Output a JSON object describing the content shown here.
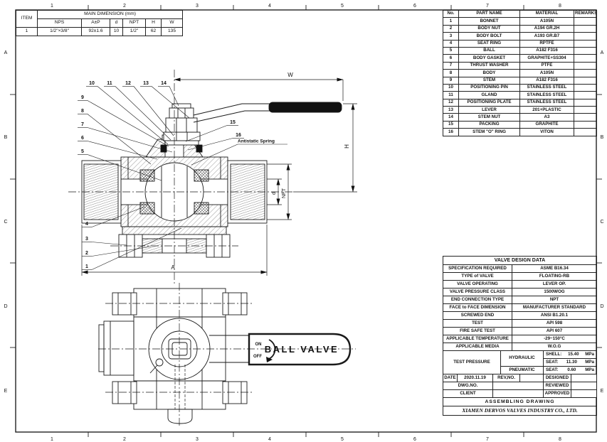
{
  "sheet": {
    "grid_columns": [
      "1",
      "2",
      "3",
      "4",
      "5",
      "6",
      "7",
      "8"
    ],
    "grid_rows": [
      "A",
      "B",
      "C",
      "D",
      "E"
    ]
  },
  "main_dimension_table": {
    "item_label": "ITEM",
    "title": "MAIN DIMENSION (mm)",
    "headers": {
      "nps": "NPS",
      "ap": "A±P",
      "d": "d",
      "npt": "NPT",
      "h": "H",
      "w": "W"
    },
    "row": {
      "item": "1",
      "nps": "1/2\"×3/8\"",
      "ap": "92±1.6",
      "d": "10",
      "npt": "1/2\"",
      "h": "62",
      "w": "135"
    }
  },
  "parts_table": {
    "headers": {
      "no": "No.",
      "name": "PART NAME",
      "material": "MATERIAL",
      "remarks": "REMARKS"
    },
    "rows": [
      {
        "no": "1",
        "name": "BONNET",
        "material": "A105N",
        "remarks": ""
      },
      {
        "no": "2",
        "name": "BODY NUT",
        "material": "A194 GR.2H",
        "remarks": ""
      },
      {
        "no": "3",
        "name": "BODY BOLT",
        "material": "A193 GR.B7",
        "remarks": ""
      },
      {
        "no": "4",
        "name": "SEAT RING",
        "material": "RPTFE",
        "remarks": ""
      },
      {
        "no": "5",
        "name": "BALL",
        "material": "A182 F316",
        "remarks": ""
      },
      {
        "no": "6",
        "name": "BODY GASKET",
        "material": "GRAPHITE+SS304",
        "remarks": ""
      },
      {
        "no": "7",
        "name": "THRUST WASHER",
        "material": "PTFE",
        "remarks": ""
      },
      {
        "no": "8",
        "name": "BODY",
        "material": "A105N",
        "remarks": ""
      },
      {
        "no": "9",
        "name": "STEM",
        "material": "A182 F316",
        "remarks": ""
      },
      {
        "no": "10",
        "name": "POSITIONING PIN",
        "material": "STAINLESS STEEL",
        "remarks": ""
      },
      {
        "no": "11",
        "name": "GLAND",
        "material": "STAINLESS STEEL",
        "remarks": ""
      },
      {
        "no": "12",
        "name": "POSITIONING PLATE",
        "material": "STAINLESS STEEL",
        "remarks": ""
      },
      {
        "no": "13",
        "name": "LEVER",
        "material": "201+PLASTIC",
        "remarks": ""
      },
      {
        "no": "14",
        "name": "STEM NUT",
        "material": "A3",
        "remarks": ""
      },
      {
        "no": "15",
        "name": "PACKING",
        "material": "GRAPHITE",
        "remarks": ""
      },
      {
        "no": "16",
        "name": "STEM \"O\" RING",
        "material": "VITON",
        "remarks": ""
      }
    ]
  },
  "design_data": {
    "title": "VALVE DESIGN DATA",
    "rows": [
      {
        "label": "SPECIFICATION REQUIRED",
        "value": "ASME B16.34"
      },
      {
        "label": "TYPE of VALVE",
        "value": "FLOATING-RB"
      },
      {
        "label": "VALVE OPERATING",
        "value": "LEVER OP."
      },
      {
        "label": "VALVE PRESSURE CLASS",
        "value": "1500WOG"
      },
      {
        "label": "END CONNECTION TYPE",
        "value": "NPT"
      },
      {
        "label": "FACE to FACE DIMENSION",
        "value": "MANUFACTURER STANDARD"
      },
      {
        "label": "SCREWED END",
        "value": "ANSI B1.20.1"
      },
      {
        "label": "TEST",
        "value": "API 598"
      },
      {
        "label": "FIRE SAFE TEST",
        "value": "API 607"
      },
      {
        "label": "APPLICABLE TEMPERATURE",
        "value": "-29~150°C"
      },
      {
        "label": "APPLICABLE MEDIA",
        "value": "W.O.G"
      }
    ],
    "test_pressure": {
      "label": "TEST PRESSURE",
      "hydraulic": "HYDRAULIC",
      "pneumatic": "PNEUMATIC",
      "shell_label": "SHELL:",
      "shell_value": "15.40",
      "shell_unit": "MPa",
      "hyd_seat_label": "SEAT:",
      "hyd_seat_value": "11.30",
      "hyd_seat_unit": "MPa",
      "pneu_seat_label": "SEAT:",
      "pneu_seat_value": "0.60",
      "pneu_seat_unit": "MPa"
    },
    "footer": {
      "date_label": "DATE",
      "date_value": "2020.11.19",
      "rev_label": "REV,NO.",
      "designed": "DESIGNED",
      "dwg_label": "DWG.NO.",
      "reviewed": "REVIEWED",
      "client_label": "CLIENT",
      "approved": "APPROVED",
      "assembling": "ASSEMBLING DRAWING",
      "company": "XIAMEN DERVOS VALVES INDUSTRY CO., LTD."
    }
  },
  "drawing": {
    "dimensions": {
      "w": "W",
      "h": "H",
      "d": "d",
      "npt": "NPT",
      "a": "A"
    },
    "callouts": {
      "n1": "1",
      "n2": "2",
      "n3": "3",
      "n4": "4",
      "n5": "5",
      "n6": "6",
      "n7": "7",
      "n8": "8",
      "n9": "9",
      "n10": "10",
      "n11": "11",
      "n12": "12",
      "n13": "13",
      "n14": "14",
      "n15": "15",
      "n16": "16"
    },
    "antistatic_label": "Antistatic Spring",
    "plan_view": {
      "handle_label": "BALL VALVE",
      "on_label": "ON",
      "off_label": "OFF"
    }
  }
}
